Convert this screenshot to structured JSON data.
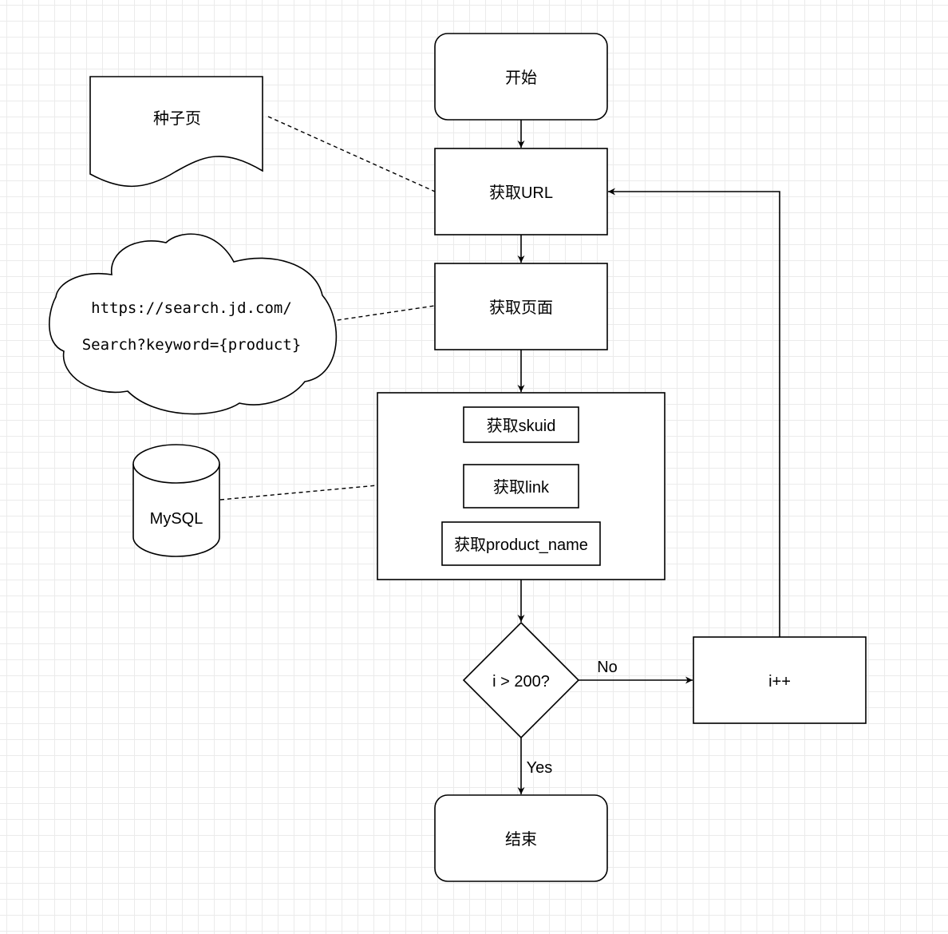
{
  "nodes": {
    "start": "开始",
    "get_url": "获取URL",
    "get_page": "获取页面",
    "get_skuid": "获取skuid",
    "get_link": "获取link",
    "get_product_name": "获取product_name",
    "condition": "i > 200?",
    "increment": "i++",
    "end": "结束"
  },
  "annotations": {
    "seed_page": "种子页",
    "url_line1": "https://search.jd.com/",
    "url_line2": "Search?keyword={product}",
    "database": "MySQL"
  },
  "edges": {
    "no_label": "No",
    "yes_label": "Yes"
  }
}
